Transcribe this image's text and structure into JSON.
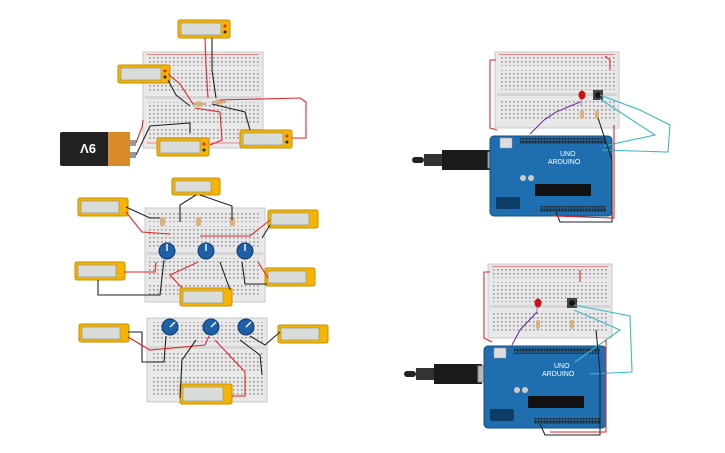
{
  "canvas": {
    "background": "#ffffff"
  },
  "battery": {
    "label": "9V"
  },
  "arduino": {
    "board_label": "UNO",
    "brand_text": "ARDUINO"
  },
  "colors": {
    "breadboard": "#e8e8e8",
    "breadboard_border": "#c8c8c8",
    "multimeter_body": "#f5b400",
    "multimeter_screen": "#d8dcd8",
    "arduino_board": "#1f6fb0",
    "wire_red": "#e0262a",
    "wire_black": "#222222",
    "wire_purple": "#7030a0",
    "wire_cyan": "#3fb8c8",
    "pot_knob": "#1d5fa8",
    "led_red": "#cc1010"
  }
}
